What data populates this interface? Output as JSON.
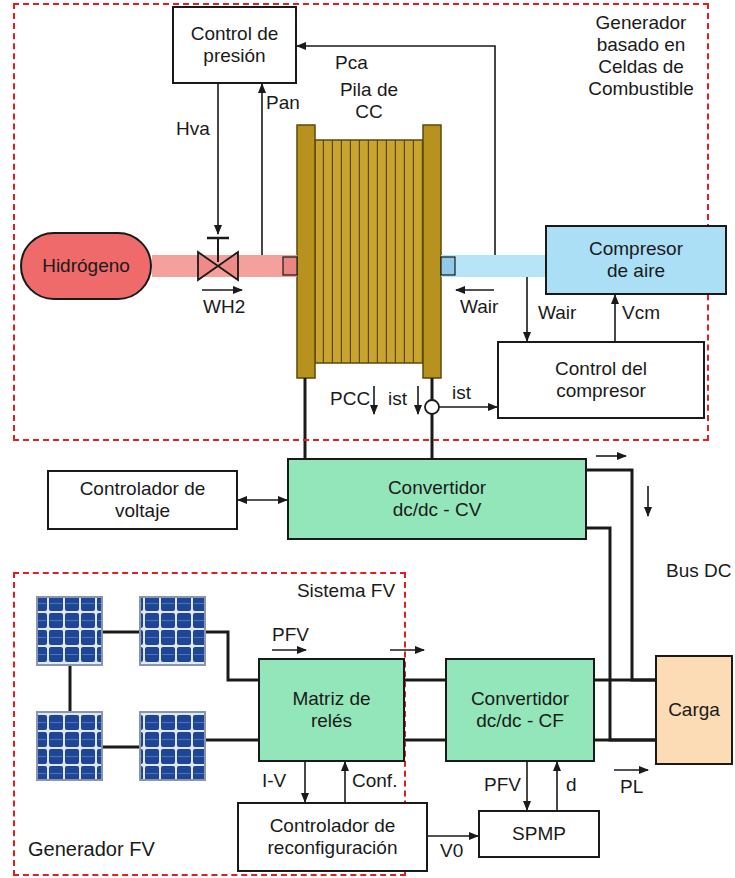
{
  "diagram": {
    "nodes": [
      {
        "text": [
          "Generador basado en Celdas de Combustible"
        ]
      },
      {
        "text": [
          "Control de presión"
        ],
        "in": 0
      },
      {
        "text": [
          "Hidrógeno"
        ],
        "in": 0
      },
      {
        "text": [
          "Pila de CC"
        ],
        "in": 0
      },
      {
        "text": [
          "Compresor de aire"
        ],
        "in": 0
      },
      {
        "text": [
          "Control del compresor"
        ],
        "in": 0
      },
      {
        "text": [
          "Convertidor dc/dc - CV"
        ]
      },
      {
        "text": [
          "Controlador de voltaje"
        ]
      },
      {
        "text": [
          "Sistema FV"
        ]
      },
      {
        "text": [
          "Matriz de relés"
        ],
        "in": 8
      },
      {
        "text": [
          "Controlador de reconfiguración"
        ],
        "in": 8
      },
      {
        "text": [
          "Convertidor dc/dc - CF"
        ]
      },
      {
        "text": [
          "SPMP"
        ]
      },
      {
        "text": [
          "Carga"
        ]
      }
    ],
    "edges": [
      {
        "from": 2,
        "to": 3,
        "arrow": "none"
      },
      {
        "from": 4,
        "to": 3,
        "arrow": "none"
      },
      {
        "from": 3,
        "to": 1,
        "label": "Pan",
        "arrow": "to"
      },
      {
        "from": 4,
        "to": 1,
        "label": "Pca",
        "arrow": "to"
      },
      {
        "from": 4,
        "to": 5,
        "label": "Wair",
        "arrow": "to"
      },
      {
        "from": 5,
        "to": 4,
        "label": "Vcm",
        "arrow": "to"
      },
      {
        "from": 3,
        "to": 5,
        "label": "ist",
        "arrow": "to"
      },
      {
        "from": 3,
        "to": 6,
        "arrow": "none"
      },
      {
        "from": 3,
        "to": 6,
        "arrow": "none"
      },
      {
        "from": 7,
        "to": 6,
        "arrow": "both"
      },
      {
        "from": 6,
        "to": 13,
        "arrow": "none"
      },
      {
        "from": 6,
        "to": 13,
        "arrow": "none"
      },
      {
        "from": 9,
        "to": 11,
        "arrow": "none"
      },
      {
        "from": 9,
        "to": 11,
        "arrow": "none"
      },
      {
        "from": 11,
        "to": 13,
        "arrow": "none"
      },
      {
        "from": 11,
        "to": 13,
        "arrow": "none"
      },
      {
        "from": 9,
        "to": 10,
        "label": "I-V",
        "arrow": "to"
      },
      {
        "from": 10,
        "to": 9,
        "label": "Conf.",
        "arrow": "to"
      },
      {
        "from": 11,
        "to": 12,
        "label": "PFV",
        "arrow": "to"
      },
      {
        "from": 12,
        "to": 11,
        "label": "d",
        "arrow": "to"
      },
      {
        "from": 10,
        "to": 12,
        "label": "V0",
        "arrow": "to"
      }
    ],
    "labels": [
      "Hva",
      "WH2",
      "Wair",
      "PCC",
      "ist",
      "PFV",
      "Bus DC",
      "PL",
      "Generador FV"
    ]
  }
}
